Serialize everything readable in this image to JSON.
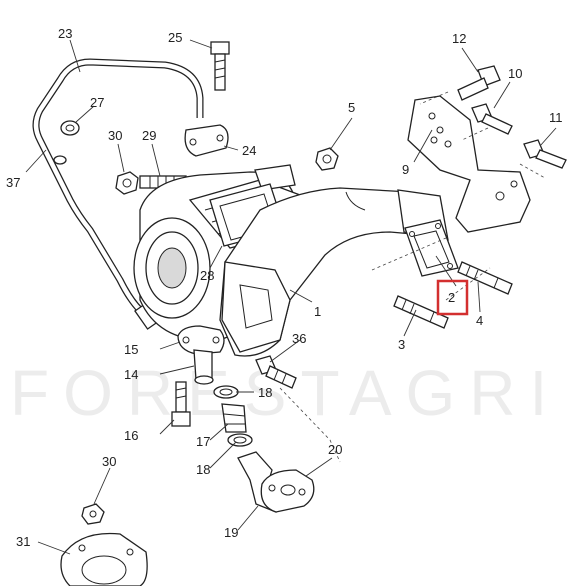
{
  "watermark": "FORESTAGRI",
  "highlight": {
    "callout": "2",
    "color": "#d32f2f"
  },
  "callouts": [
    {
      "id": "1",
      "text": "1"
    },
    {
      "id": "2",
      "text": "2"
    },
    {
      "id": "3",
      "text": "3"
    },
    {
      "id": "4",
      "text": "4"
    },
    {
      "id": "5",
      "text": "5"
    },
    {
      "id": "9",
      "text": "9"
    },
    {
      "id": "10",
      "text": "10"
    },
    {
      "id": "11",
      "text": "11"
    },
    {
      "id": "12",
      "text": "12"
    },
    {
      "id": "14",
      "text": "14"
    },
    {
      "id": "15",
      "text": "15"
    },
    {
      "id": "16",
      "text": "16"
    },
    {
      "id": "17",
      "text": "17"
    },
    {
      "id": "18a",
      "text": "18"
    },
    {
      "id": "18b",
      "text": "18"
    },
    {
      "id": "19",
      "text": "19"
    },
    {
      "id": "20",
      "text": "20"
    },
    {
      "id": "23",
      "text": "23"
    },
    {
      "id": "24",
      "text": "24"
    },
    {
      "id": "25",
      "text": "25"
    },
    {
      "id": "27",
      "text": "27"
    },
    {
      "id": "28",
      "text": "28"
    },
    {
      "id": "29",
      "text": "29"
    },
    {
      "id": "30a",
      "text": "30"
    },
    {
      "id": "30b",
      "text": "30"
    },
    {
      "id": "31",
      "text": "31"
    },
    {
      "id": "36",
      "text": "36"
    },
    {
      "id": "37",
      "text": "37"
    }
  ]
}
